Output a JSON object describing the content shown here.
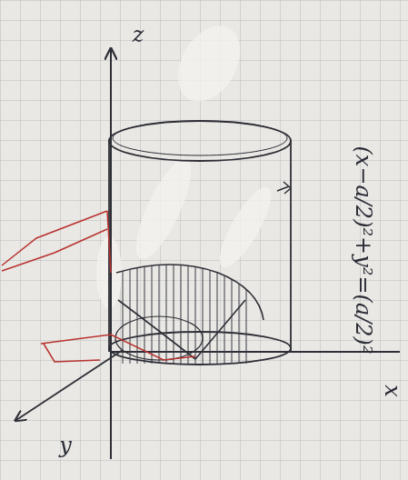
{
  "diagram": {
    "labels": [
      "z",
      "(x−a/2)²+y²=(a/2)²",
      "x",
      "y"
    ]
  }
}
